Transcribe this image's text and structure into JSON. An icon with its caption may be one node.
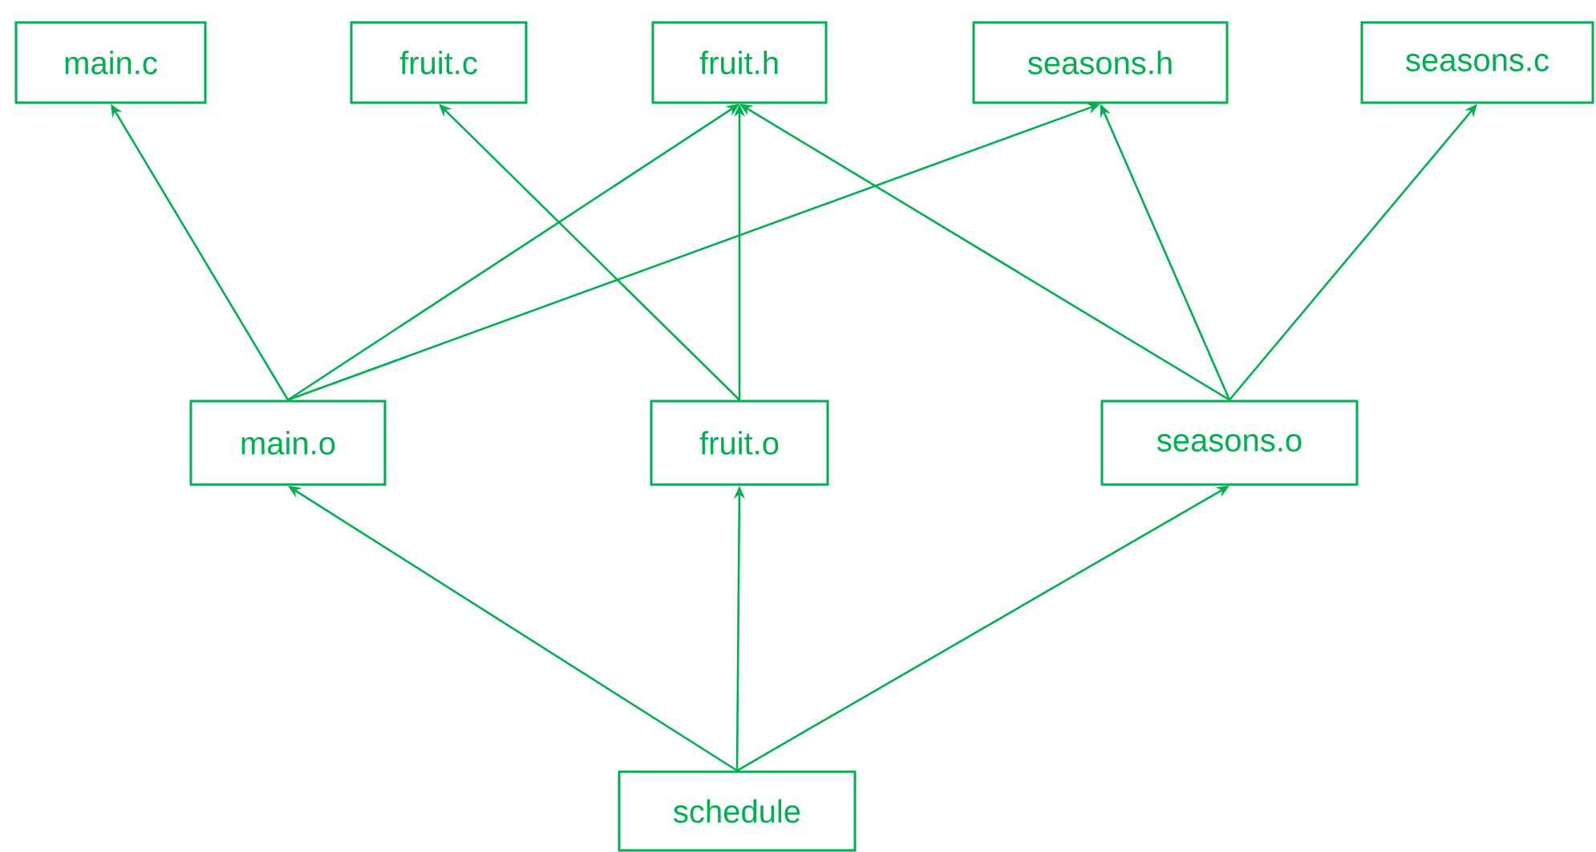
{
  "diagram": {
    "nodes": [
      {
        "text": [
          "main.c"
        ]
      },
      {
        "text": [
          "fruit.c"
        ]
      },
      {
        "text": [
          "fruit.h"
        ]
      },
      {
        "text": [
          "seasons.h"
        ]
      },
      {
        "text": [
          "seasons.c"
        ]
      },
      {
        "text": [
          "main.o"
        ]
      },
      {
        "text": [
          "fruit.o"
        ]
      },
      {
        "text": [
          "seasons.o"
        ]
      },
      {
        "text": [
          "schedule"
        ]
      }
    ],
    "edges": [
      {
        "from": 5,
        "to": 0,
        "arrow": "to"
      },
      {
        "from": 5,
        "to": 2,
        "arrow": "to"
      },
      {
        "from": 5,
        "to": 3,
        "arrow": "to"
      },
      {
        "from": 6,
        "to": 1,
        "arrow": "to"
      },
      {
        "from": 6,
        "to": 2,
        "arrow": "to"
      },
      {
        "from": 7,
        "to": 2,
        "arrow": "to"
      },
      {
        "from": 7,
        "to": 3,
        "arrow": "to"
      },
      {
        "from": 7,
        "to": 4,
        "arrow": "to"
      },
      {
        "from": 8,
        "to": 5,
        "arrow": "to"
      },
      {
        "from": 8,
        "to": 6,
        "arrow": "to"
      },
      {
        "from": 8,
        "to": 7,
        "arrow": "to"
      }
    ]
  }
}
